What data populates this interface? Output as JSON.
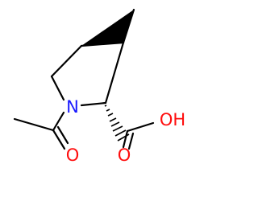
{
  "molecule": {
    "atoms": {
      "nitrogen": {
        "label": "N",
        "color": "#1a1aff"
      },
      "carbonyl_oxygen": {
        "label": "O",
        "color": "#ff0d0d"
      },
      "hydroxyl": {
        "label": "OH",
        "color": "#ff0d0d"
      }
    },
    "bond_color": "#000000"
  }
}
